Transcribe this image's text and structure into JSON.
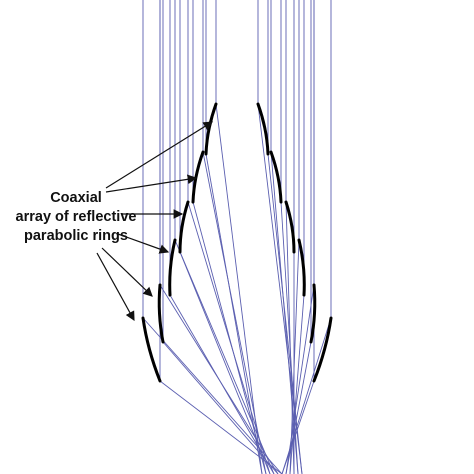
{
  "diagram": {
    "label_lines": [
      "Coaxial",
      "array of reflective",
      "parabolic rings"
    ]
  },
  "colors": {
    "background": "#ffffff",
    "ray": "#5b5fb0",
    "mirror": "#000000",
    "text": "#111111"
  }
}
